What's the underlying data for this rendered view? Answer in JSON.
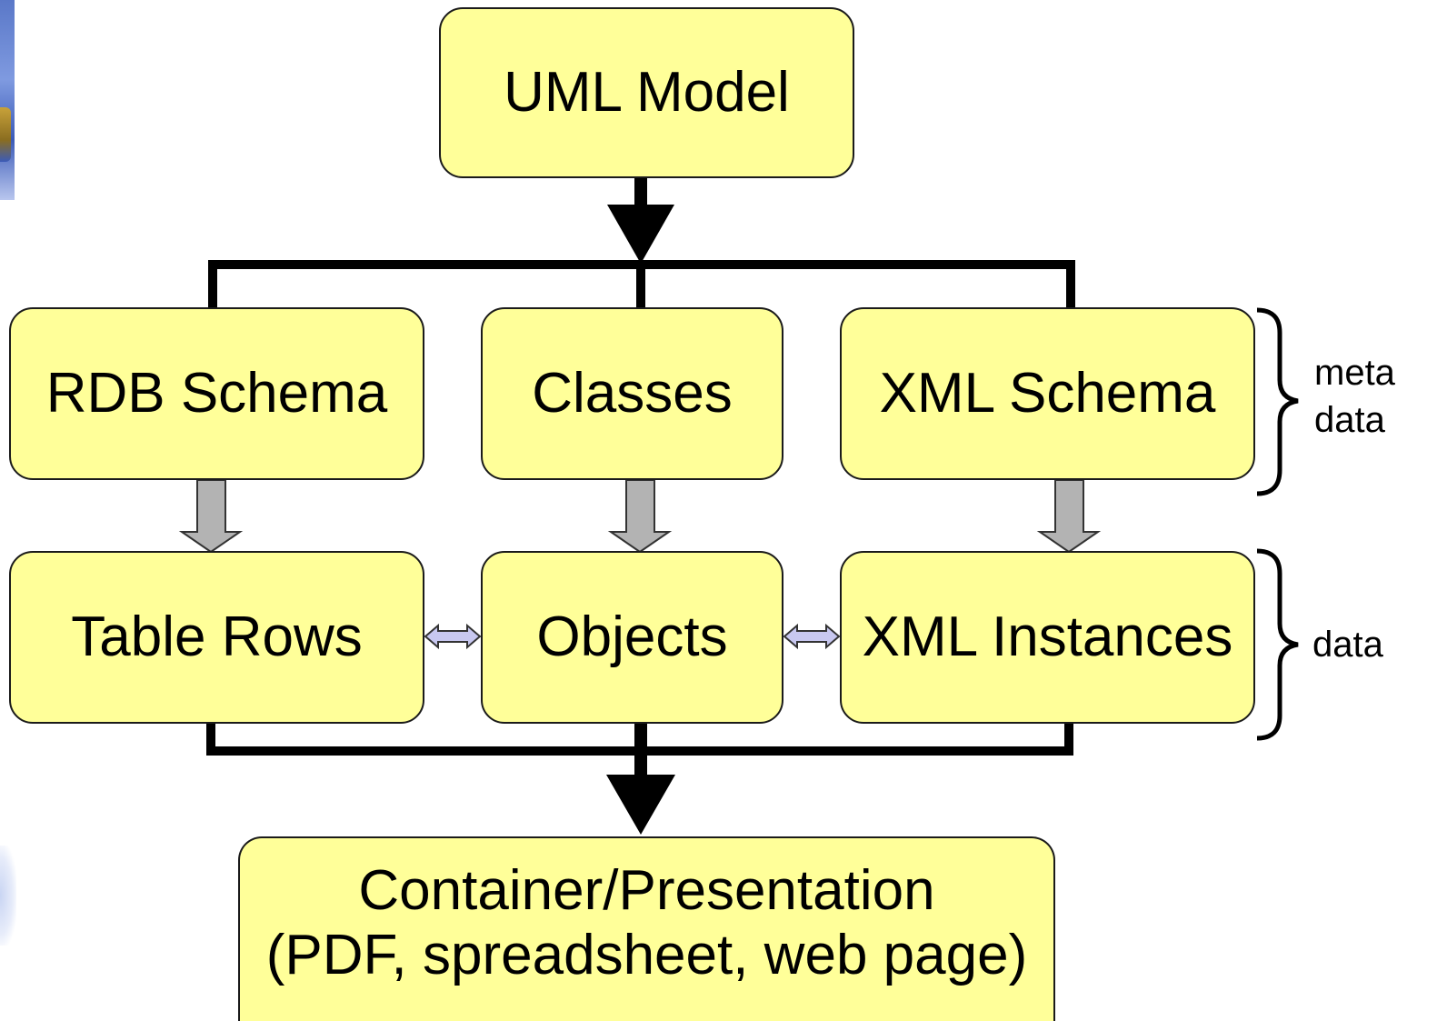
{
  "nodes": {
    "uml_model": "UML Model",
    "rdb_schema": "RDB Schema",
    "classes": "Classes",
    "xml_schema": "XML Schema",
    "table_rows": "Table Rows",
    "objects": "Objects",
    "xml_instances": "XML Instances",
    "container_line1": "Container/Presentation",
    "container_line2": "(PDF, spreadsheet, web page)"
  },
  "groups": {
    "meta_line1": "meta",
    "meta_line2": "data",
    "data": "data"
  },
  "colors": {
    "box_fill": "#ffff99",
    "box_border": "#1a1a1a",
    "flow_arrow": "#000000",
    "derive_arrow_fill": "#b3b3b3",
    "sync_arrow_fill": "#c8c8f0"
  }
}
